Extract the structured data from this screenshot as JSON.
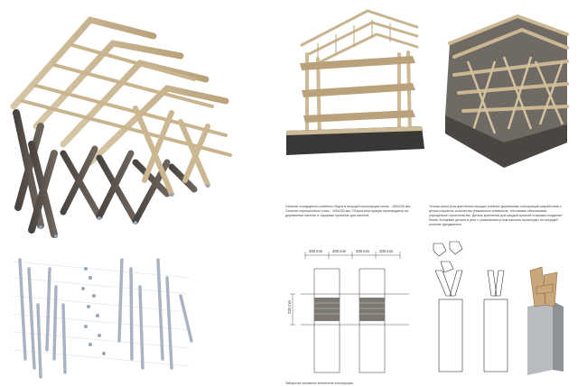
{
  "captions": {
    "left": "Сечение стандартного клеёного бруса в несущей конструкции стены - 150x230 мм. Сечение перекрестных стоек - 400x230 мм. Сборка конструкции производится на деревянных нагелях и торцевых пропилах для нагелей.",
    "right": "Точная резка угла крепления несущих клеёных деревянных конструкций разработана с целью сократить количество уникальных элементов, тем самым обеспечивая упрощённое строительство. Деталь крепления для каждой арочной стыковки соединяет балки. Концевые детали в узле с уникальным углом наклона происходят на несущей колонне фундамента.",
    "bottom": "Заборотки основных элементов конструкции."
  },
  "dimensions": {
    "seg1": "200 mm",
    "seg2": "200 mm",
    "seg3": "200 mm",
    "seg4": "200 mm",
    "height": "230 mm"
  }
}
